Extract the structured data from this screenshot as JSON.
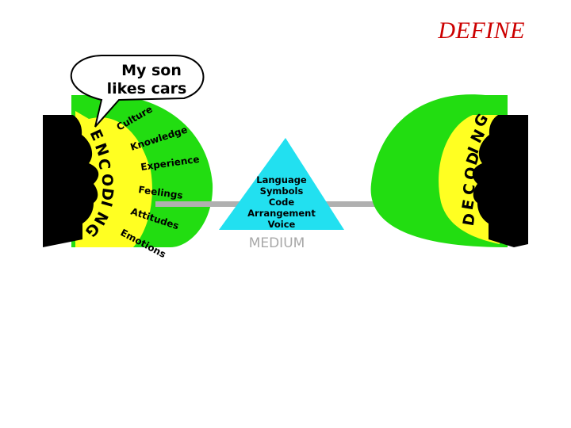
{
  "title": "DEFINE",
  "speech": {
    "line1": "My son",
    "line2": "likes cars"
  },
  "encoding": {
    "label": "ENCODING",
    "factors": [
      "Culture",
      "Knowledge",
      "Experience",
      "Feelings",
      "Attitudes",
      "Emotions"
    ]
  },
  "medium": {
    "label": "MEDIUM",
    "items": [
      "Language",
      "Symbols",
      "Code",
      "Arrangement",
      "Voice"
    ]
  },
  "decoding": {
    "label": "DECODING"
  },
  "colors": {
    "title": "#cc0000",
    "green": "#22dd11",
    "yellow": "#ffff22",
    "triangle": "#22e0f0",
    "arrow": "#b0b0b0",
    "silhouette": "#000000",
    "medium_text": "#a8a8a8"
  }
}
